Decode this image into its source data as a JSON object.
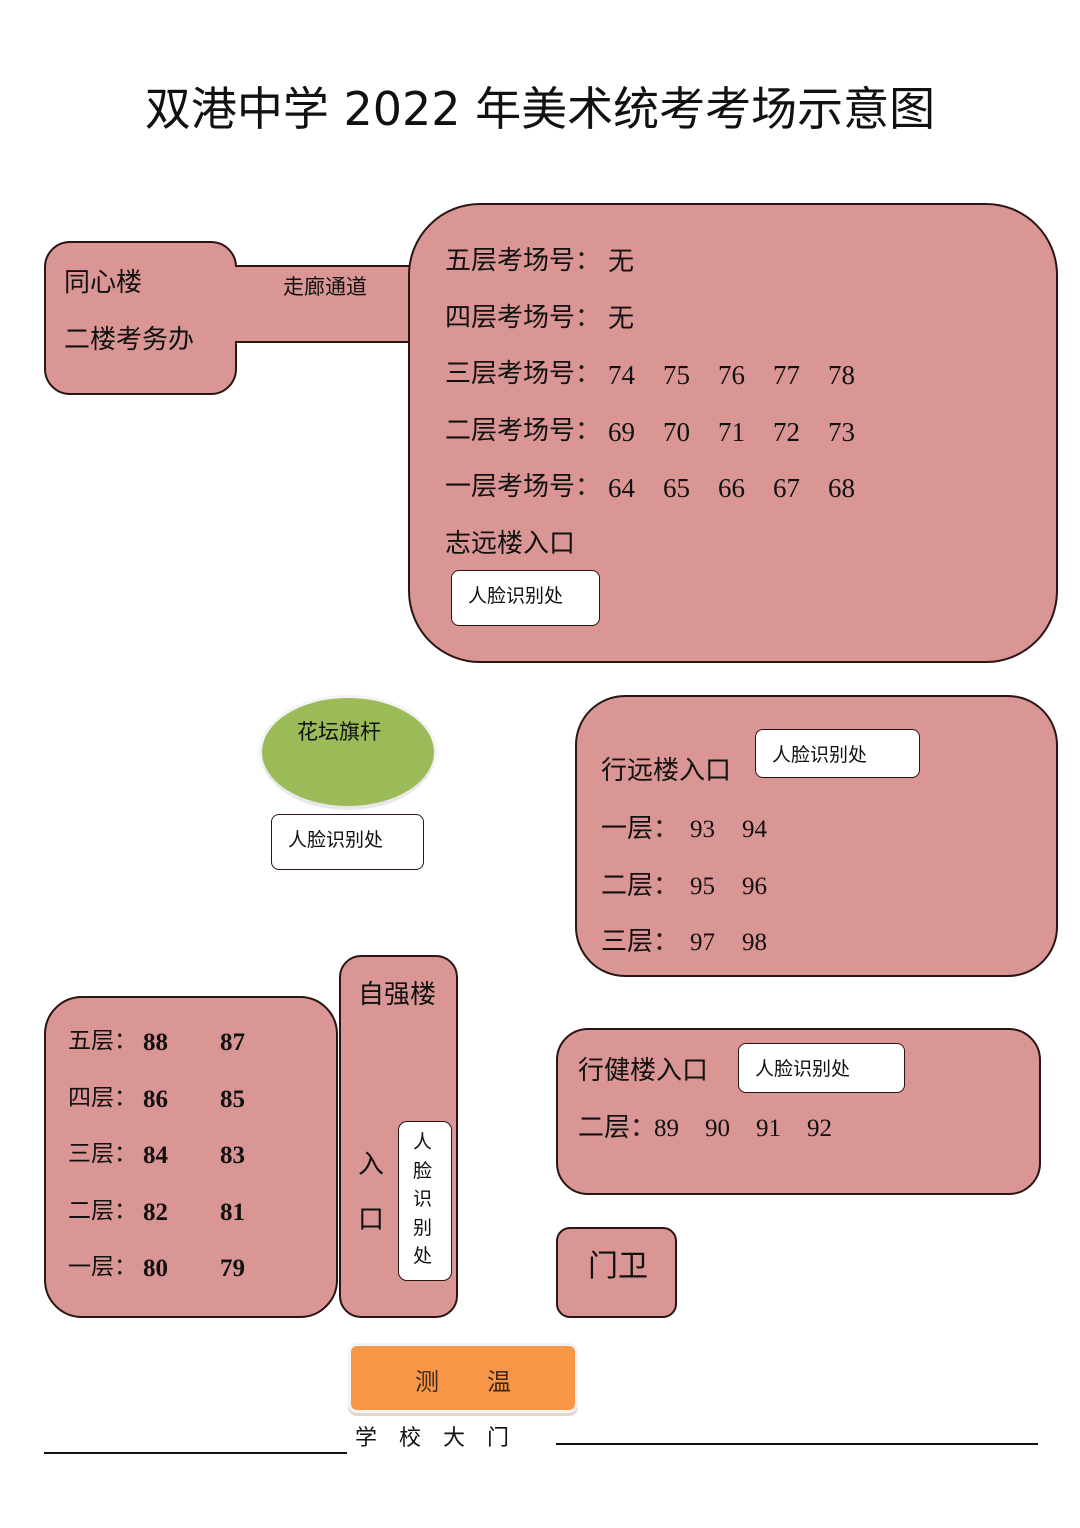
{
  "title": "双港中学 2022 年美术统考考场示意图",
  "face_recognition": "人脸识别处",
  "tongxin": {
    "name": "同心楼",
    "office": "二楼考务办"
  },
  "corridor": "走廊通道",
  "zhiyuan": {
    "rows": [
      {
        "label": "五层考场号：",
        "rooms": [
          "无"
        ]
      },
      {
        "label": "四层考场号：",
        "rooms": [
          "无"
        ]
      },
      {
        "label": "三层考场号：",
        "rooms": [
          "74",
          "75",
          "76",
          "77",
          "78"
        ]
      },
      {
        "label": "二层考场号：",
        "rooms": [
          "69",
          "70",
          "71",
          "72",
          "73"
        ]
      },
      {
        "label": "一层考场号：",
        "rooms": [
          "64",
          "65",
          "66",
          "67",
          "68"
        ]
      }
    ],
    "entrance": "志远楼入口"
  },
  "flowerbed": "花坛旗杆",
  "xingyuan": {
    "entrance": "行远楼入口",
    "rows": [
      {
        "label": "一层：",
        "rooms": [
          "93",
          "94"
        ]
      },
      {
        "label": "二层：",
        "rooms": [
          "95",
          "96"
        ]
      },
      {
        "label": "三层：",
        "rooms": [
          "97",
          "98"
        ]
      }
    ]
  },
  "ziqiang": {
    "name": "自强楼",
    "entrance_chars": [
      "入",
      "口"
    ],
    "face_chars": [
      "人",
      "脸",
      "识",
      "别",
      "处"
    ],
    "rows": [
      {
        "label": "五层：",
        "rooms": [
          "88",
          "87"
        ]
      },
      {
        "label": "四层：",
        "rooms": [
          "86",
          "85"
        ]
      },
      {
        "label": "三层：",
        "rooms": [
          "84",
          "83"
        ]
      },
      {
        "label": "二层：",
        "rooms": [
          "82",
          "81"
        ]
      },
      {
        "label": "一层：",
        "rooms": [
          "80",
          "79"
        ]
      }
    ]
  },
  "xingjian": {
    "entrance": "行健楼入口",
    "row": {
      "label": "二层：",
      "rooms": [
        "89",
        "90",
        "91",
        "92"
      ]
    }
  },
  "guard": "门卫",
  "temperature": "测　　温",
  "gate": "学　校　大　门",
  "colors": {
    "building": "#d99694",
    "flowerbed": "#9bbb59",
    "temperature": "#f79646"
  }
}
